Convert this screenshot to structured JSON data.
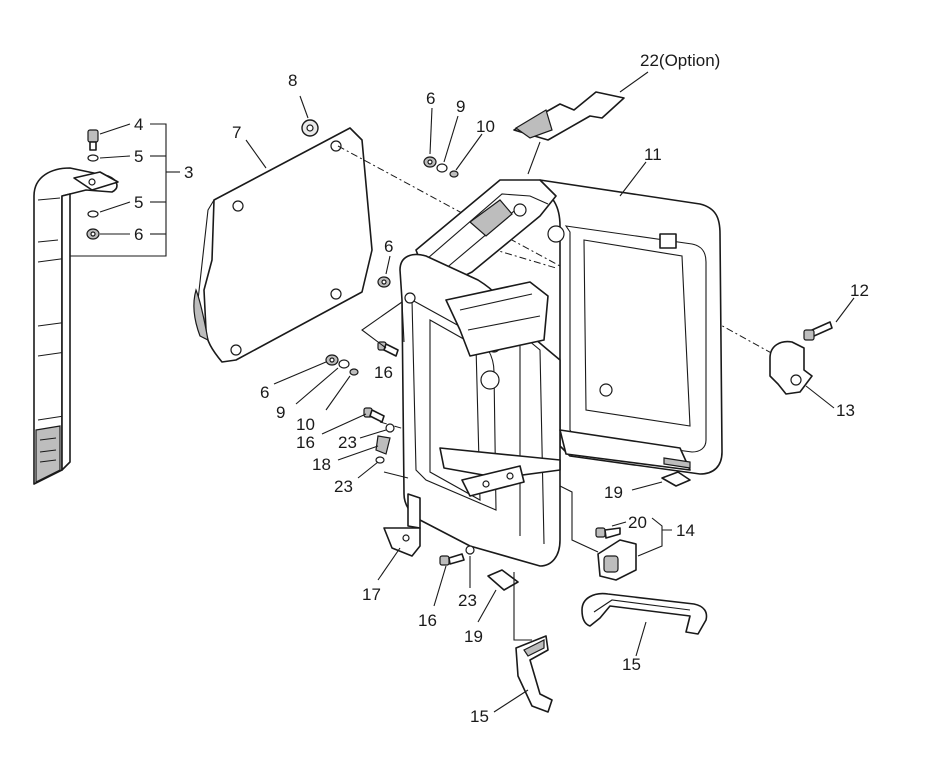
{
  "callouts": {
    "c3": "3",
    "c4": "4",
    "c5a": "5",
    "c5b": "5",
    "c6a": "6",
    "c6b": "6",
    "c6c": "6",
    "c6d": "6",
    "c7": "7",
    "c8": "8",
    "c9a": "9",
    "c9b": "9",
    "c10a": "10",
    "c10b": "10",
    "c11": "11",
    "c12": "12",
    "c13": "13",
    "c14": "14",
    "c15a": "15",
    "c15b": "15",
    "c16a": "16",
    "c16b": "16",
    "c16c": "16",
    "c17": "17",
    "c18": "18",
    "c19a": "19",
    "c19b": "19",
    "c20": "20",
    "c22": "22(Option)",
    "c23a": "23",
    "c23b": "23",
    "c23c": "23"
  },
  "colors": {
    "line": "#1a1a1a",
    "background": "#ffffff"
  }
}
